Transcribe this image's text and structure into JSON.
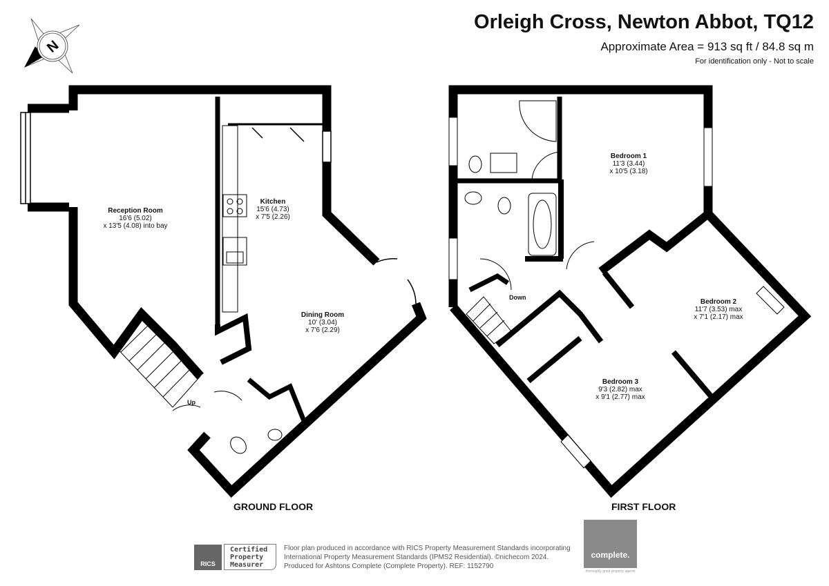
{
  "header": {
    "title": "Orleigh Cross, Newton Abbot, TQ12",
    "area": "Approximate Area = 913 sq ft / 84.8 sq m",
    "note": "For identification only - Not to scale"
  },
  "compass": {
    "label": "N"
  },
  "ground_floor": {
    "label": "GROUND FLOOR",
    "stairs_label": "Up",
    "rooms": [
      {
        "name": "Reception Room",
        "dim1": "16'6 (5.02)",
        "dim2": "x 13'5 (4.08) into bay"
      },
      {
        "name": "Kitchen",
        "dim1": "15'6 (4.73)",
        "dim2": "x 7'5 (2.26)"
      },
      {
        "name": "Dining Room",
        "dim1": "10' (3.04)",
        "dim2": "x 7'6 (2.29)"
      }
    ]
  },
  "first_floor": {
    "label": "FIRST FLOOR",
    "stairs_label": "Down",
    "rooms": [
      {
        "name": "Bedroom 1",
        "dim1": "11'3 (3.44)",
        "dim2": "x 10'5 (3.18)"
      },
      {
        "name": "Bedroom 2",
        "dim1": "11'7 (3.53) max",
        "dim2": "x 7'1 (2.17) max"
      },
      {
        "name": "Bedroom 3",
        "dim1": "9'3 (2.82) max",
        "dim2": "x 9'1 (2.77) max"
      }
    ]
  },
  "footer": {
    "rics_logo": "RICS",
    "rics_badge": [
      "Certified",
      "Property",
      "Measurer"
    ],
    "lines": [
      "Floor plan produced in accordance with RICS Property Measurement Standards incorporating",
      "International Property Measurement Standards (IPMS2 Residential).   ©nichecom 2024.",
      "Produced for Ashtons Complete (Complete Property).   REF: 1152790"
    ],
    "brand": "complete.",
    "brand_tagline": "thoroughly good property agents"
  }
}
